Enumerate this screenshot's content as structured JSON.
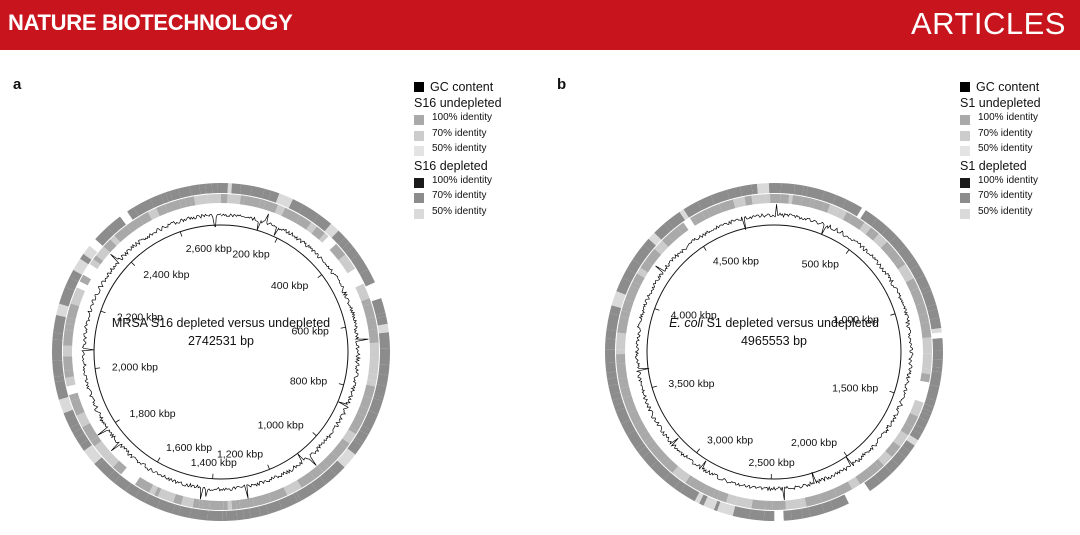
{
  "header": {
    "journal": "NATURE BIOTECHNOLOGY",
    "section": "ARTICLES",
    "color": "#c8151d"
  },
  "colors": {
    "gc": "#000000",
    "undepleted_100": "#a9a9a9",
    "undepleted_70": "#cccccc",
    "undepleted_50": "#e4e4e4",
    "depleted_100": "#1a1a1a",
    "depleted_70": "#8c8c8c",
    "depleted_50": "#dadada"
  },
  "panels": [
    {
      "letter": "a",
      "legend": {
        "gc": "GC content",
        "undepleted_title": "S16 undepleted",
        "undepleted_items": [
          "100% identity",
          "70% identity",
          "50% identity"
        ],
        "depleted_title": "S16 depleted",
        "depleted_items": [
          "100% identity",
          "70% identity",
          "50% identity"
        ]
      },
      "center_title": "MRSA S16 depleted versus undepleted",
      "center_title_italic": "",
      "center_size": "2742531 bp",
      "genome_length_kbp": 2742.531,
      "ticks": [
        "200 kbp",
        "400 kbp",
        "600 kbp",
        "800 kbp",
        "1,000 kbp",
        "1,200 kbp",
        "1,400 kbp",
        "1,600 kbp",
        "1,800 kbp",
        "2,000 kbp",
        "2,200 kbp",
        "2,400 kbp",
        "2,600 kbp"
      ]
    },
    {
      "letter": "b",
      "legend": {
        "gc": "GC content",
        "undepleted_title": "S1 undepleted",
        "undepleted_items": [
          "100% identity",
          "70% identity",
          "50% identity"
        ],
        "depleted_title": "S1 depleted",
        "depleted_items": [
          "100% identity",
          "70% identity",
          "50% identity"
        ]
      },
      "center_title": "S1 depleted versus undepleted",
      "center_title_italic": "E. coli",
      "center_size": "4965553 bp",
      "genome_length_kbp": 4965.553,
      "ticks": [
        "500 kbp",
        "1,000 kbp",
        "1,500 kbp",
        "2,000 kbp",
        "2,500 kbp",
        "3,000 kbp",
        "3,500 kbp",
        "4,000 kbp",
        "4,500 kbp"
      ]
    }
  ]
}
